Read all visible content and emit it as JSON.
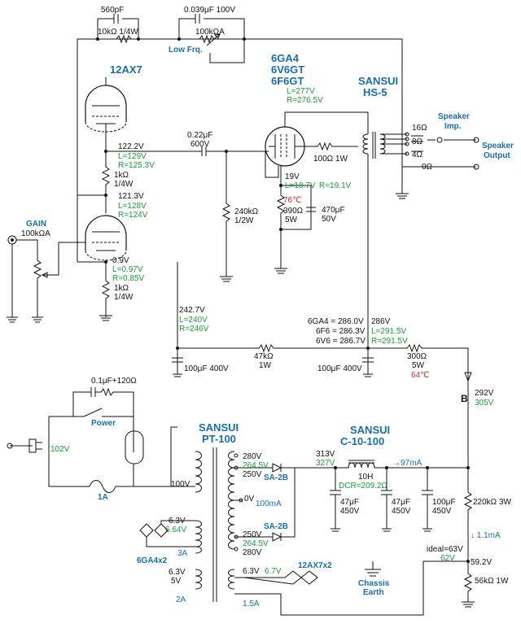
{
  "tubes": {
    "preamp": "12AX7",
    "power": [
      "6GA4",
      "6V6GT",
      "6F6GT"
    ],
    "rectifier": "SA-2B",
    "heater_label_power": "6GA4x2",
    "heater_label_pre": "12AX7x2"
  },
  "transformers": {
    "output": [
      "SANSUI",
      "HS-5"
    ],
    "power": [
      "SANSUI",
      "PT-100"
    ],
    "choke": [
      "SANSUI",
      "C-10-100"
    ]
  },
  "labels": {
    "low_frq": "Low Frq.",
    "gain": "GAIN",
    "gain_pot": "100kΩA",
    "speaker_imp": [
      "Speaker",
      "Imp."
    ],
    "speaker_output": [
      "Speaker",
      "Output"
    ],
    "power_switch": "Power",
    "chassis_earth": [
      "Chassis",
      "Earth"
    ],
    "node_b": "B"
  },
  "components": {
    "c_560p": "560pF",
    "r_10k_quarter": "10kΩ 1/4W",
    "c_0039": "0.039μF 100V",
    "pot_100kA": "100kΩA",
    "c_022": [
      "0.22μF",
      "600V"
    ],
    "r_1k_top": [
      "1kΩ",
      "1/4W"
    ],
    "r_1k_bottom": [
      "1kΩ",
      "1/4W"
    ],
    "r_240k": [
      "240kΩ",
      "1/2W"
    ],
    "r_100_1w": "100Ω 1W",
    "r_390": [
      "390Ω",
      "5W"
    ],
    "c_470u": [
      "470μF",
      "50V"
    ],
    "r_47k": [
      "47kΩ",
      "1W"
    ],
    "c_100u_left": "100μF 400V",
    "c_100u_mid": "100μF 400V",
    "r_300": [
      "300Ω",
      "5W"
    ],
    "snubber": "0.1μF+120Ω",
    "fuse": "1A",
    "choke_spec": [
      "10H",
      "DCR=209.2Ω"
    ],
    "c_47u_1": [
      "47μF",
      "450V"
    ],
    "c_47u_2": [
      "47μF",
      "450V"
    ],
    "c_100u_3": [
      "100μF",
      "450V"
    ],
    "r_220k": "220kΩ 3W",
    "r_56k": "56kΩ 1W",
    "ideal": "ideal=63V"
  },
  "taps": {
    "imp": [
      "16Ω",
      "8Ω",
      "4Ω",
      "0Ω"
    ],
    "pt_hv": [
      "280V",
      "250V",
      "0V",
      "250V",
      "280V"
    ],
    "pt_primary": "100V",
    "heater_6v3": [
      "6.3V",
      "6.3V"
    ],
    "heater_5v": "5V",
    "heater_6v3_b": "6.3V"
  },
  "voltages": {
    "v_1222": "122.2V",
    "v_129": "L=129V",
    "v_1253": "R=125.3V",
    "v_1213": "121.3V",
    "v_128": "L=128V",
    "v_124": "R=124V",
    "v_09": "0.9V",
    "v_097": "L=0.97V",
    "v_085": "R=0.85V",
    "v_277": "L=277V",
    "v_2765": "R=276.5V",
    "v_19": "19V",
    "v_187": "L=18.7V",
    "v_191": "R=19.1V",
    "t_76": "76℃",
    "v_2427": "242.7V",
    "v_240": "L=240V",
    "v_246": "R=246V",
    "v_6ga4": "6GA4 = 286.0V",
    "v_6f6": "6F6 = 286.3V",
    "v_6v6": "6V6 = 286.7V",
    "v_286": "286V",
    "v_2915l": "L=291.5V",
    "v_2915r": "R=291.5V",
    "t_64": "64℃",
    "v_292": "292V",
    "v_305": "305V",
    "v_102": "102V",
    "v_2645a": "264.5V",
    "v_2645b": "264.5V",
    "v_313": "313V",
    "v_327": "327V",
    "i_97": "→97mA",
    "i_100": "100mA",
    "v_664": "6.64V",
    "i_3a": "3A",
    "i_11": "↓ 1.1mA",
    "v_62": "62V",
    "v_592": "59.2V",
    "v_67": "6.7V",
    "i_2a": "2A",
    "i_15": "1.5A"
  }
}
